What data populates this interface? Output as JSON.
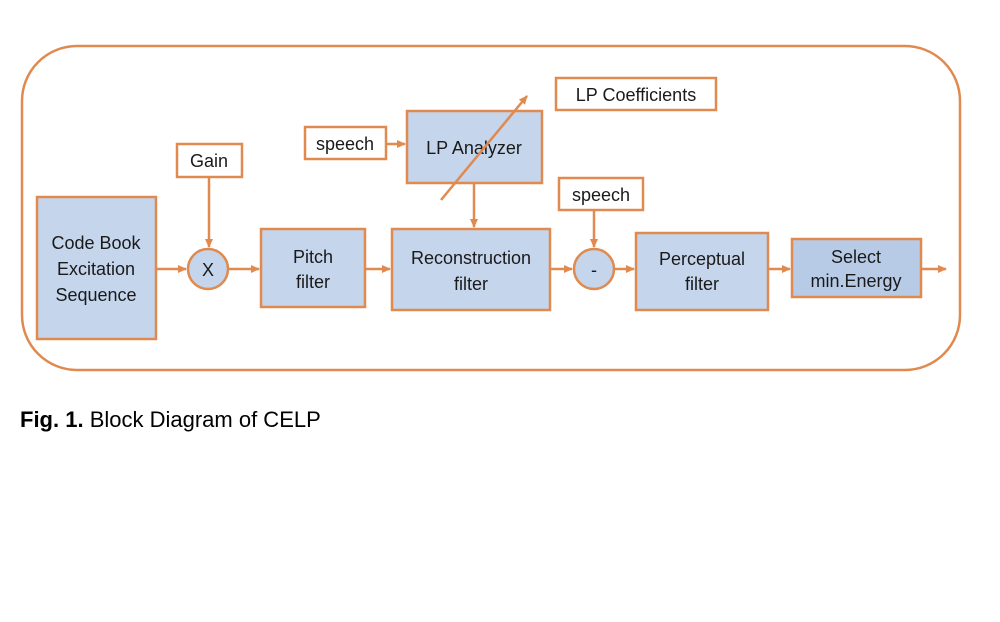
{
  "diagram": {
    "blocks": {
      "codebook": [
        "Code Book",
        "Excitation",
        "Sequence"
      ],
      "gain": "Gain",
      "multiplier": "X",
      "pitch": [
        "Pitch",
        "filter"
      ],
      "speech_top": "speech",
      "lp_analyzer": "LP Analyzer",
      "lp_coefficients": "LP Coefficients",
      "reconstruction": [
        "Reconstruction",
        "filter"
      ],
      "speech_mid": "speech",
      "subtractor": "-",
      "perceptual": [
        "Perceptual",
        "filter"
      ],
      "select": [
        "Select",
        "min.Energy"
      ]
    },
    "colors": {
      "outline": "#e08a50",
      "block_fill": "#c4d5ec"
    }
  },
  "caption": {
    "label": "Fig. 1.",
    "text": "Block Diagram of CELP"
  }
}
